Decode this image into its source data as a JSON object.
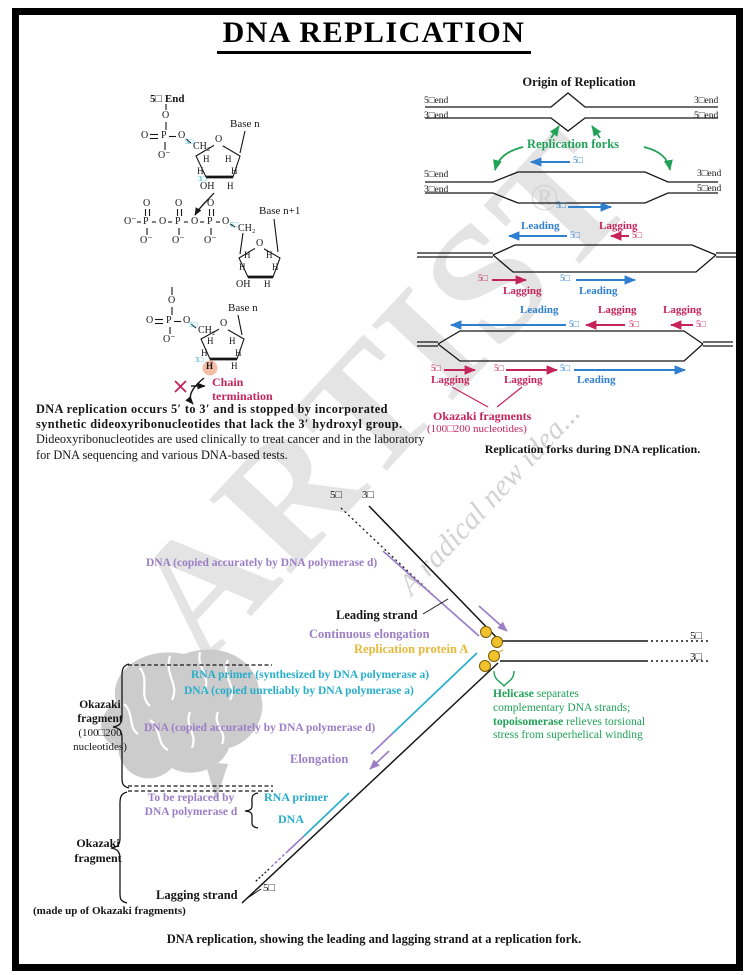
{
  "colors": {
    "blue": "#2E7FD0",
    "red": "#C5245A",
    "green": "#21A257",
    "purple": "#9C7EC7",
    "cyan": "#27AECB",
    "gold": "#E9B93C",
    "pink": "#F5BCA4",
    "circlefill": "#F2C22E",
    "circlestroke": "#7A5C00",
    "ink": "#161616",
    "watermark": "#CBCBCB"
  },
  "title": "DNA REPLICATION",
  "watermark": {
    "brand": "ARTIST",
    "registered": "®",
    "tagline": "A radical new idea..."
  },
  "labels": {
    "p5": "5□",
    "p3": "3□",
    "end5": "5□end",
    "end3": "3□end",
    "leading": "Leading",
    "lagging": "Lagging"
  },
  "origin": {
    "title": "Origin of Replication",
    "forks": "Replication forks",
    "okazaki_title": "Okazaki fragments",
    "okazaki_sub": "(100□200 nucleotides)",
    "caption": "Replication forks during DNA replication."
  },
  "chem": {
    "end5": "5□ End",
    "O": "O",
    "P": "P",
    "Ominus": "O⁻",
    "CH2": "CH₂",
    "OH": "OH",
    "H": "H",
    "base_n": "Base n",
    "base_n1": "Base n+1",
    "chain1": "Chain",
    "chain2": "termination"
  },
  "paragraph": {
    "bold": "DNA replication occurs 5′ to 3′ and is stopped by incorporated synthetic dideoxyribonucleotides that lack the 3′ hydroxyl group.",
    "regular": " Dideoxyribonucleotides are used clinically to treat cancer and in the laboratory for DNA sequencing and various DNA-based tests."
  },
  "fork": {
    "dna_pol_d": "DNA (copied accurately by DNA polymerase d)",
    "leading_strand": "Leading strand",
    "continuous": "Continuous elongation",
    "rpa": "Replication protein A",
    "rna_primer_long": "RNA primer (synthesized by DNA polymerase a)",
    "dna_unreliable": "DNA (copied unreliably by DNA polymerase a)",
    "elongation": "Elongation",
    "ok1_l1": "Okazaki",
    "ok1_l2": "fragment",
    "ok1_l3": "(100□200",
    "ok1_l4": "nucleotides)",
    "helicase_b": "Helicase",
    "helicase_r": " separates",
    "heli_l2": "complementary DNA strands;",
    "topo_b": "topoisomerase",
    "topo_r": " relieves torsional",
    "heli_l4": "stress from superhelical winding",
    "replace_l1": "To be replaced by",
    "replace_l2": "DNA polymerase d",
    "rna_primer": "RNA primer",
    "dna": "DNA",
    "ok2_l1": "Okazaki",
    "ok2_l2": "fragment",
    "lagging_strand": "Lagging strand",
    "lagging_sub": "(made up of Okazaki fragments)",
    "caption": "DNA replication, showing the leading and lagging strand at a replication fork."
  }
}
